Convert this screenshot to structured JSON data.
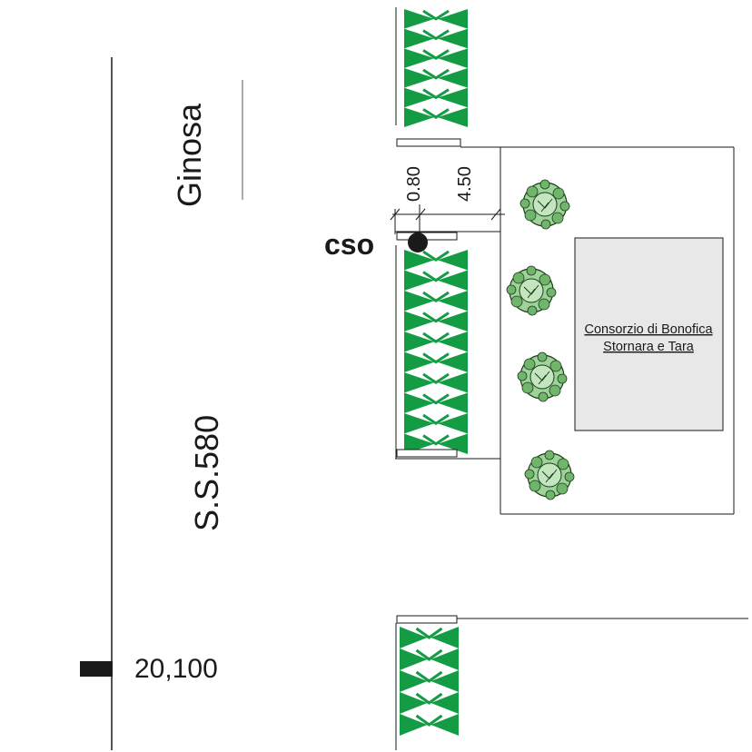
{
  "road": {
    "name": "S.S.580",
    "direction_label": "Ginosa",
    "km_marker": "20,100"
  },
  "point": {
    "label": "cso"
  },
  "dimensions": {
    "d1": "0.80",
    "d2": "4.50"
  },
  "building": {
    "line1": "Consorzio di Bonofica",
    "line2": "Stornara e Tara"
  },
  "colors": {
    "hedge": "#139c44",
    "tree": "#9ed49a",
    "building_fill": "#e8e8e8",
    "line": "#1a1a1a"
  },
  "icons": {
    "hedge": "hedge-zigzag-icon",
    "tree": "tree-icon",
    "marker": "km-marker-icon"
  }
}
